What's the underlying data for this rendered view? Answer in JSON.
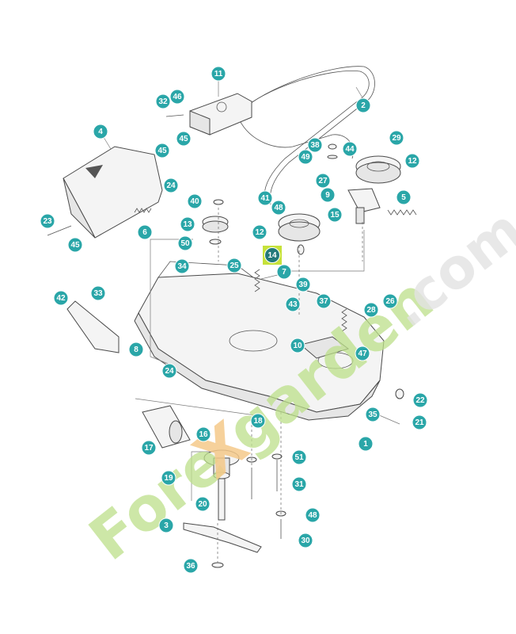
{
  "diagram": {
    "highlighted_part": "14",
    "colors": {
      "badge": "#2aa6a8",
      "highlight_box": "#c6e23a",
      "highlight_badge": "#23797a",
      "watermark_green": "#bde08a",
      "watermark_orange": "#f5c98a"
    },
    "watermark": "ForeXgarden.com",
    "callouts": [
      "11",
      "32",
      "46",
      "2",
      "45",
      "4",
      "45",
      "24",
      "38",
      "44",
      "29",
      "49",
      "12",
      "27",
      "9",
      "40",
      "41",
      "48",
      "5",
      "23",
      "13",
      "15",
      "6",
      "12",
      "50",
      "45",
      "14",
      "34",
      "25",
      "7",
      "39",
      "42",
      "33",
      "43",
      "37",
      "28",
      "26",
      "8",
      "10",
      "47",
      "24",
      "22",
      "35",
      "18",
      "21",
      "1",
      "16",
      "17",
      "51",
      "19",
      "31",
      "20",
      "48",
      "3",
      "30",
      "36"
    ]
  }
}
